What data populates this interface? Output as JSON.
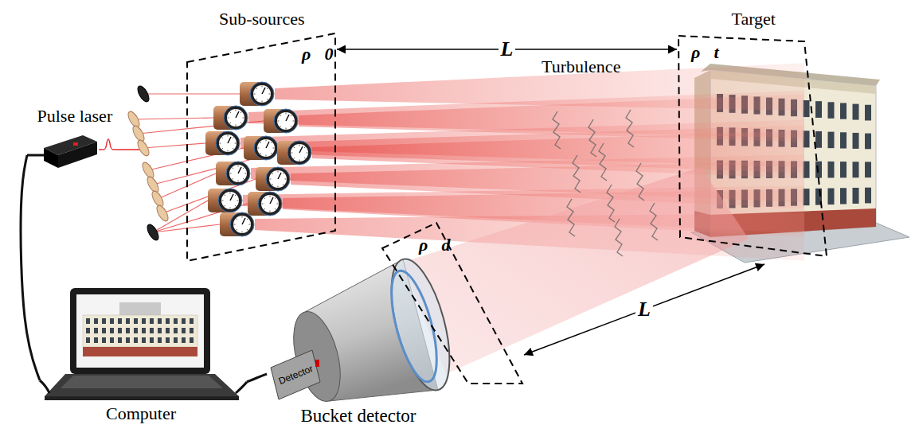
{
  "diagram": {
    "nodes": [
      {
        "text": [
          "Pulse laser"
        ]
      },
      {
        "text": [
          "Sub-sources",
          "ρ⃗0"
        ]
      },
      {
        "text": [
          "Target",
          "ρ⃗t"
        ]
      },
      {
        "text": [
          "ρ⃗d"
        ]
      },
      {
        "text": [
          "Detector",
          "Bucket detector"
        ]
      },
      {
        "text": [
          "Computer"
        ]
      }
    ],
    "edges": [
      {
        "from": 0,
        "to": 5,
        "arrow": "none"
      },
      {
        "from": 5,
        "to": 4,
        "arrow": "none"
      },
      {
        "from": 1,
        "to": 2,
        "arrow": "both",
        "label": "L"
      },
      {
        "from": 3,
        "to": 2,
        "arrow": "both",
        "label": "L"
      }
    ],
    "labels": [
      "Turbulence"
    ]
  }
}
